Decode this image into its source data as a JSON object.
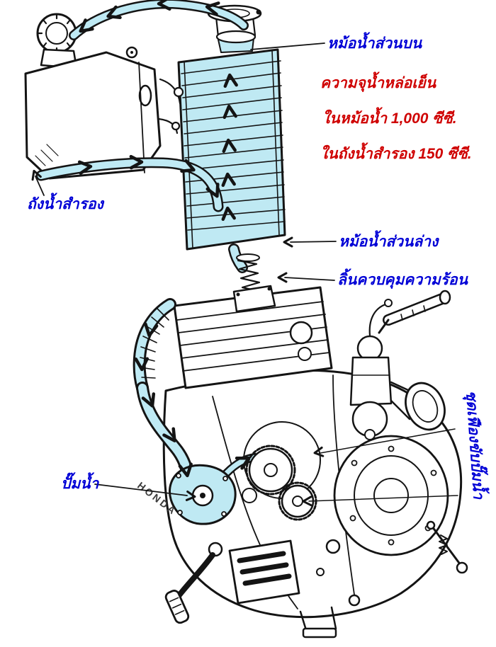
{
  "labels": {
    "upper_radiator": "หม้อน้ำส่วนบน",
    "reserve_tank": "ถังน้ำสำรอง",
    "lower_radiator": "หม้อน้ำส่วนล่าง",
    "thermostat": "ลิ้นควบคุมความร้อน",
    "water_pump": "ปั๊มน้ำ",
    "pump_drive_gear": "ชุดเฟืองขับปั๊มน้ำ"
  },
  "notes": {
    "capacity_heading": "ความจุน้ำหล่อเย็น",
    "capacity_radiator": "ในหม้อน้ำ 1,000 ซีซี.",
    "capacity_reserve": "ในถังน้ำสำรอง 150 ซีซี."
  },
  "engine_marking": "HONDA",
  "colors": {
    "label_text": "#0000d6",
    "note_text": "#cf0000",
    "coolant_highlight": "#bfe9f3",
    "line_art": "#141414",
    "background": "#ffffff"
  }
}
